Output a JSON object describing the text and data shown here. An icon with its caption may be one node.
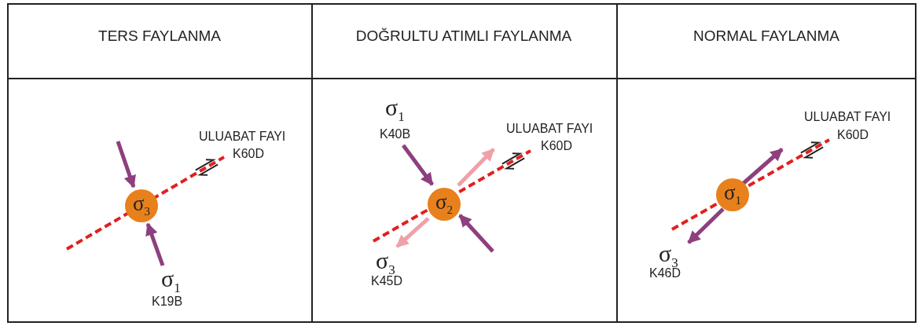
{
  "diagram": {
    "nodes": [
      {
        "text": [
          "σ$_{3}$"
        ]
      },
      {
        "text": [
          "σ$_{2}$"
        ]
      },
      {
        "text": [
          "σ$_{1}$"
        ]
      }
    ],
    "labels": [
      "TERS FAYLANMA",
      "DOĞRULTU ATIMLI FAYLANMA",
      "NORMAL FAYLANMA",
      "ULUABAT FAYI",
      "K60D",
      "σ$_{1}$",
      "K19B",
      "σ$_{1}$",
      "K40B",
      "ULUABAT FAYI",
      "K60D",
      "σ$_{3}$",
      "K45D",
      "ULUABAT FAYI",
      "K60D",
      "σ$_{3}$",
      "K46D"
    ]
  }
}
